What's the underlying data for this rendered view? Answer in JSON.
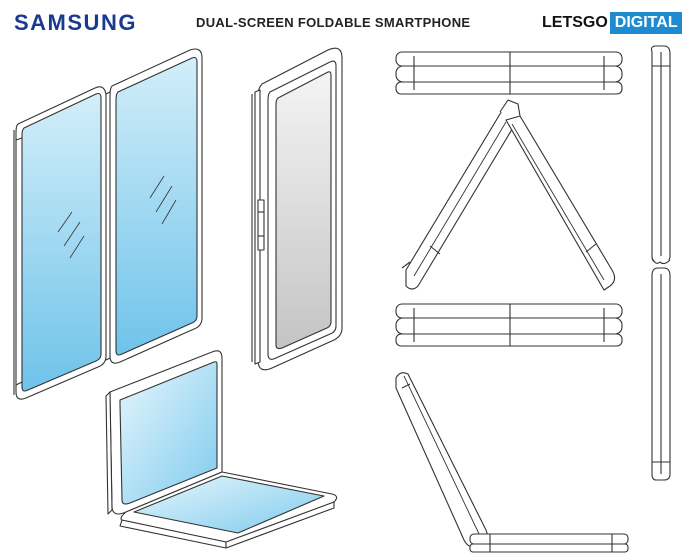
{
  "header": {
    "brand": "SAMSUNG",
    "headline": "DUAL-SCREEN FOLDABLE SMARTPHONE",
    "logo_part1": "LETSGO",
    "logo_part2": "DIGITAL"
  },
  "colors": {
    "brand": "#1a3a8f",
    "logo_accent": "#1e8bd0",
    "screen_blue_top": "#bfe6f6",
    "screen_blue_bottom": "#6ec3ea",
    "screen_gray_top": "#f2f2f2",
    "screen_gray_bottom": "#c9c9c9",
    "line": "#333333"
  },
  "figures": [
    {
      "name": "open-dual-screen-front"
    },
    {
      "name": "folded-single-screen-angled"
    },
    {
      "name": "laptop-mode-open"
    },
    {
      "name": "folded-top-view-1"
    },
    {
      "name": "tent-mode-side"
    },
    {
      "name": "folded-top-view-2"
    },
    {
      "name": "open-angled-side"
    },
    {
      "name": "flat-open-side"
    }
  ]
}
